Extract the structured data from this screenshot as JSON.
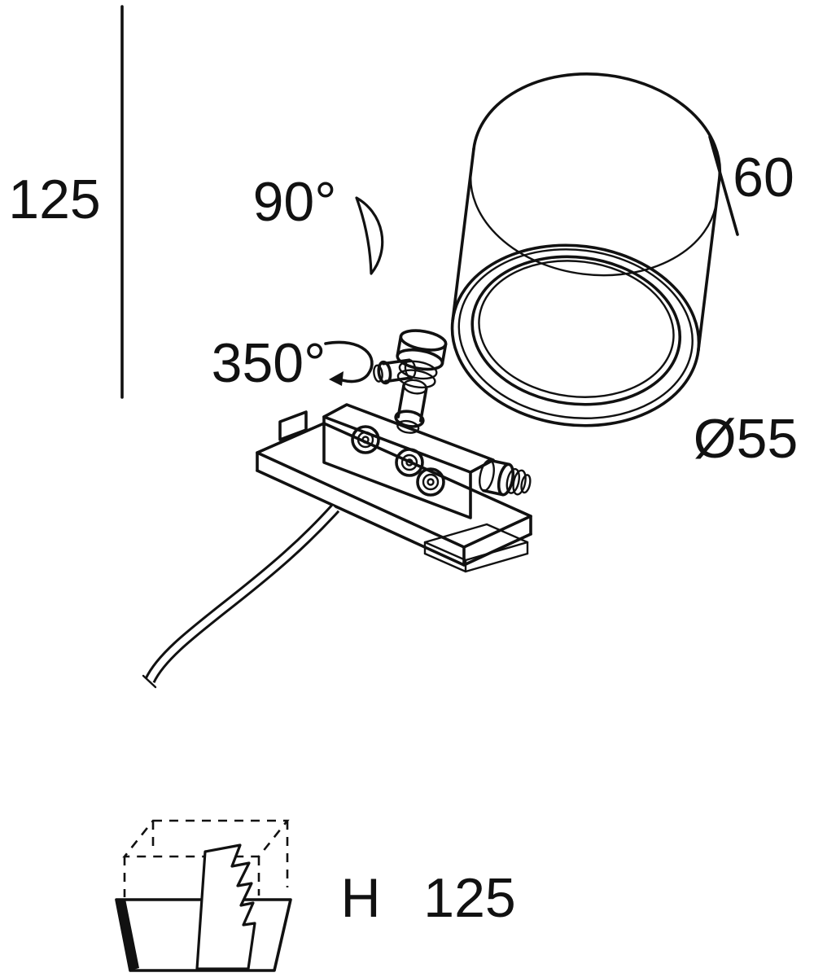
{
  "drawing": {
    "labels": {
      "overall_height": "125",
      "tilt_angle": "90°",
      "rotation_angle": "350°",
      "body_length": "60",
      "body_diameter": "Ø55",
      "recess_symbol": "H",
      "recess_height": "125"
    },
    "colors": {
      "line": "#111111",
      "background": "#ffffff"
    }
  }
}
